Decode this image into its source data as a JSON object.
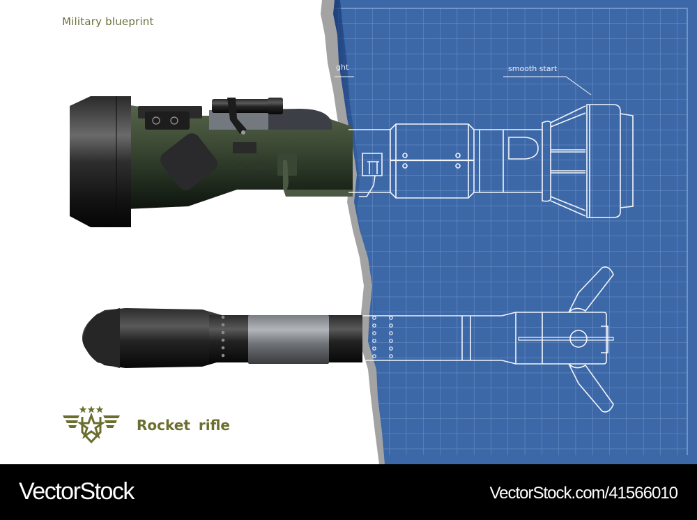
{
  "header": {
    "title": "Military blueprint"
  },
  "blueprint": {
    "labels": {
      "sight_partial": "ght",
      "smooth_start": "smooth start"
    },
    "colors": {
      "blueprint_bg": "#3d68a8",
      "grid_line": "#6f95c9",
      "line_white": "#f2f5fb",
      "torn_edge": "#a3a3a3",
      "military_green": "#3d4a33",
      "brand_olive": "#6b6e2f"
    }
  },
  "logo": {
    "stars": 3,
    "text": "Rocket  rifle"
  },
  "footer": {
    "brand": "VectorStock",
    "url": "VectorStock.com/41566010"
  }
}
